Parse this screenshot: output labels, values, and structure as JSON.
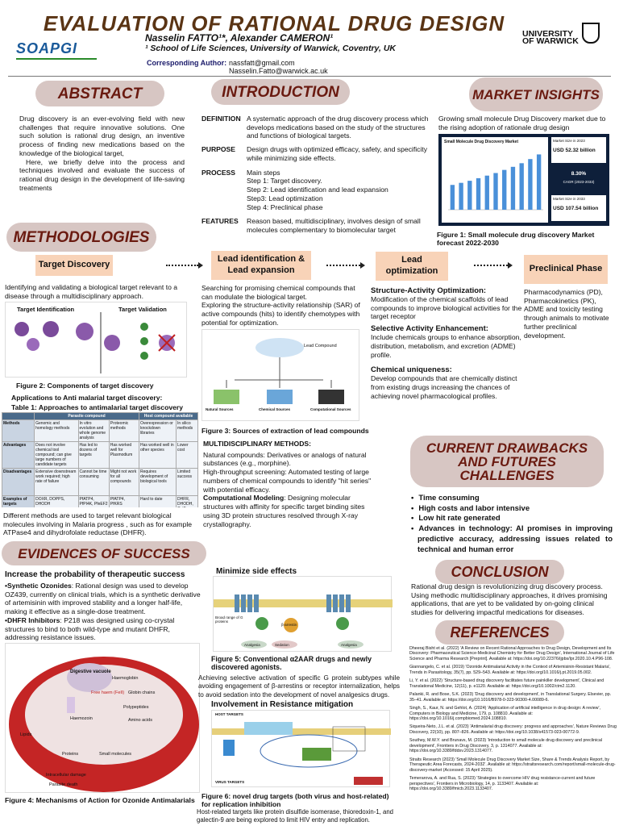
{
  "header": {
    "title": "EVALUATION OF RATIONAL DRUG DESIGN",
    "authors": "Nasselin FATTO¹*, Alexander CAMERON¹",
    "affiliation": "¹ School of Life Sciences, University of Warwick, Coventry, UK",
    "corr_label": "Corresponding Author:",
    "corr_email1": "nassfatt@gmail.com",
    "corr_email2": "Nasselin.Fatto@warwick.ac.uk",
    "logo_left": "SOAPGI",
    "logo_right_1": "UNIVERSITY",
    "logo_right_2": "OF WARWICK"
  },
  "abstract": {
    "heading": "ABSTRACT",
    "p1": "Drug discovery is an ever-evolving field with new challenges that require innovative solutions. One such solution is rational drug design, an inventive process of finding new medications based on the knowledge of the biological target,",
    "p2": "Here, we briefly delve into the process and techniques involved and evaluate the success of rational drug design in the development of life-saving treatments"
  },
  "introduction": {
    "heading": "INTRODUCTION",
    "rows": [
      {
        "label": "DEFINITION",
        "text": "A systematic approach of the drug discovery process which develops medications based on the study of the structures and functions of biological targets."
      },
      {
        "label": "PURPOSE",
        "text": "Design drugs with optimized efficacy, safety, and specificity while minimizing side effects."
      },
      {
        "label": "PROCESS",
        "text": "Main steps\nStep 1: Target discovery.\nStep 2:  Lead identification and lead expansion\nStep3: Lead optimization\nStep 4:  Preclinical phase"
      },
      {
        "label": "FEATURES",
        "text": "Reason based, multidisciplinary, involves design of small molecules complementary to biomolecular target"
      }
    ]
  },
  "market": {
    "heading": "MARKET INSIGHTS",
    "text": "Growing small molecule Drug Discovery market due to the rising adoption of rationale drug design",
    "chart_title": "Small Molecule Drug Discovery Market",
    "kpi1_label": "Market Size in 2023",
    "kpi1_value": "USD 52.32 billion",
    "kpi2_value": "8.30%",
    "kpi2_label": "CAGR (2023-2033)",
    "kpi3_label": "Market Size in 2033",
    "kpi3_value": "USD 107.54 billion",
    "caption": "Figure 1: Small molecule drug discovery Market forecast 2022-2030"
  },
  "methodologies": {
    "heading": "METHODOLOGIES",
    "steps": [
      "Target Discovery",
      "Lead identification & Lead expansion",
      "Lead optimization",
      "Preclinical Phase"
    ],
    "target_text": "Identifying and validating a biological target relevant to a disease through a multidisciplinary approach.",
    "fig2_label_a": "Target Identification",
    "fig2_label_b": "Target Validation",
    "fig2_caption": "Figure 2: Components of target discovery",
    "applications": "Applications to Anti malarial target discovery:",
    "table_caption": "Table 1: Approaches to antimalarial target discovery",
    "table_headers": [
      "",
      "Parasite compound",
      "Host compound available"
    ],
    "table_rows": [
      [
        "Methods",
        "Genomic and homology methods",
        "In vitro evolution and whole genome analysis",
        "Proteomic methods",
        "Overexpression or knockdown libraries",
        "In silico methods"
      ],
      [
        "Advantages",
        "Does not involve chemical tool compound; can give large numbers of candidate targets",
        "Has led to dozens of targets",
        "Has worked well for Plasmodium",
        "Has worked well in other species",
        "Lower cost"
      ],
      [
        "Disadvantages",
        "Extensive downstream work required; high rate of failure",
        "Cannot be time consuming",
        "Might not work for all compounds",
        "Requires development of biological tools",
        "Limited success"
      ],
      [
        "Examples of targets",
        "DOXR, DOPPS, DHODH",
        "PfATP4, PfPI4K, PfeEF2",
        "PfATP4, PfKRS",
        "Hard to date",
        "DHFR, DHODH, CytB"
      ]
    ],
    "target_bottom": "Different methods are used to target relevant biological molecules involving in Malaria progress , such as for example ATPase4 and dihydrofolate reductase (DHFR).",
    "lead_text": "Searching for promising chemical compounds that can modulate the biological target.\nExploring the structure-activity relationship (SAR) of active compounds (hits) to identify chemotypes with potential for optimization.",
    "fig3_caption": "Figure 3: Sources of extraction of lead compounds",
    "fig3_center": "Lead Compound",
    "fig3_sources": [
      "Natural Sources",
      "Chemical Sources",
      "Computational Sources"
    ],
    "multi_heading": "MULTIDISCIPLINARY METHODS:",
    "multi_natural": "Natural compounds: Derivatives or analogs of natural substances (e.g., morphine).",
    "multi_hts": "High-throughput screening: Automated testing of large numbers of chemical compounds to identify \"hit series\" with potential efficacy.",
    "multi_comp_label": "Computational Modeling",
    "multi_comp": ": Designing molecular structures with affinity for specific target binding sites using 3D protein structures resolved through X-ray crystallography.",
    "sao_heading": "Structure-Activity Optimization:",
    "sao_text": "Modification of the chemical scaffolds of lead compounds to improve biological activities for the target receptor",
    "sae_heading": "Selective Activity Enhancement:",
    "sae_text": "Include chemicals groups to enhance absorption, distribution, metabolism, and excretion (ADME) profile.",
    "cu_heading": "Chemical uniqueness:",
    "cu_text": "Develop compounds that are chemically distinct from existing drugs increasing the chances of achieving novel pharmacological profiles.",
    "preclinical_text": "Pharmacodynamics (PD), Pharmacokinetics (PK), ADME and toxicity testing through animals to motivate further preclinical development."
  },
  "evidences": {
    "heading": "EVIDENCES OF SUCCESS",
    "sub1": "Increase the probability of therapeutic success",
    "ozon_label": "•Synthetic Ozonides",
    "ozon_text": ": Rational design was used to develop OZ439, currently on clinical trials, which is a synthetic derivative of artemisinin with improved stability and a longer half-life, making it effective as a single-dose treatment.",
    "dhfr_label": "•DHFR Inhibitors",
    "dhfr_text": ": P218 was designed using co-crystal structures to bind to both wild-type and mutant DHFR, addressing resistance issues.",
    "fig4_caption": "Figure 4: Mechanisms of Action for Ozonide Antimalarials",
    "fig4_labels": [
      "Digestive vacuole",
      "Haemoglobin",
      "Free haem (FeII)",
      "Globin chains",
      "Haemozoin",
      "Polypeptides",
      "Amino acids",
      "Lipids",
      "Proteins",
      "Small molecules",
      "Intracellular damage",
      "Parasite death"
    ],
    "sub2": "Minimize side effects",
    "fig5_caption": "Figure 5: Conventional α2AAR drugs and newly discovered agonists.",
    "fig5_labels": [
      "Broad range of G proteins",
      "β-arrestin",
      "Analgesia",
      "Sedation",
      "Analgesia"
    ],
    "side_text": "Achieving selective activation of specific G protein subtypes while avoiding engagement of β-arrestins or receptor internalization, helps to avoid sedation into the development of novel analgesics drugs.",
    "sub3": "Involvement in Resistance mitigation",
    "fig6_caption": "Figure 6: novel drug targets (both virus and host-related) for replication inhibition",
    "fig6_labels": [
      "HOST TARGETS",
      "VIRUS TARGETS"
    ],
    "res_text": "Host-related targets like protein disulfide isomerase, thioredoxin-1, and galectin-9 are being explored to limit HIV entry and replication."
  },
  "drawbacks": {
    "heading": "CURRENT DRAWBACKS AND FUTURES CHALLENGES",
    "items": [
      "Time consuming",
      "High costs and labor intensive",
      "Low hit rate generated",
      "Advances in technology: AI promises in improving predictive accuracy, addressing issues related to technical and human error"
    ]
  },
  "conclusion": {
    "heading": "CONCLUSION",
    "text": "Rational drug design is revolutionizing drug discovery process. Using methodic multidisciplinary approaches, it drives promising applications, that are yet to be validated  by on-going clinical studies for delivering impactful medications for diseases."
  },
  "references": {
    "heading": "REFERENCES",
    "items": [
      "Dheeraj Bisht et al. (2022) 'A Review on Recent Rational Approaches to Drug Design, Development and Its Discovery: Pharmaceutical Science-Medicinal Chemistry for Better Drug Design', International Journal of Life Science and Pharma Research [Preprint]. Available at: https://doi.org/10.22376/ijpbs/lpr.2020.10.4.P96-108.",
      "Giannangelo, C. et al. (2019) 'Ozonide Antimalarial Activity in the Context of Artemisinin-Resistant Malaria', Trends in Parasitology, 35(7), pp. 529–543. Available at: https://doi.org/10.1016/j.pt.2019.05.002.",
      "Li, Y. et al. (2022) 'Structure-based drug discovery facilitates future painkiller development', Clinical and Translational Medicine, 12(11), p. e1120. Available at: https://doi.org/10.1002/ctm2.1120.",
      "Palanki, R. and Bose, S.K. (2023) 'Drug discovery and development', in Translational Surgery. Elsevier, pp. 35–41. Available at: https://doi.org/10.1016/B978-0-323-90300-4.00089-6.",
      "Singh, S., Kaur, N. and Gehlot, A. (2024) 'Application of artificial intelligence in drug design: A review', Computers in Biology and Medicine, 179, p. 108810. Available at: https://doi.org/10.1016/j.compbiomed.2024.108810.",
      "Siqueira-Neto, J.L. et al. (2023) 'Antimalarial drug discovery: progress and approaches', Nature Reviews Drug Discovery, 22(10), pp. 807–826. Available at: https://doi.org/10.1038/s41573-023-00772-9.",
      "Southey, M.W.Y. and Brunavs, M. (2023) 'Introduction to small molecule drug discovery and preclinical development', Frontiers in Drug Discovery, 3, p. 1314077. Available at: https://doi.org/10.3389/fddsv.2023.1314077.",
      "Straits Research (2023) 'Small Molecule Drug Discovery Market Size, Share & Trends Analysis Report, by Therapeutic Area Forecasts, 2024-2032'. Available at: https://straitsresearch.com/report/small-molecule-drug-discovery-market (Accessed: 15 April 2025).",
      "Temerarova, A. and Rua, S. (2023) 'Strategies to overcome HIV drug resistance-current and future perspectives', Frontiers in Microbiology, 14, p. 1133407. Available at: https://doi.org/10.3389/fmicb.2023.1133407."
    ]
  },
  "chart_data": {
    "type": "bar",
    "title": "Small Molecule Drug Discovery Market",
    "values": [
      48,
      52,
      56,
      61,
      66,
      71,
      77,
      83,
      90,
      98,
      107
    ],
    "color": "#4a90d9"
  }
}
